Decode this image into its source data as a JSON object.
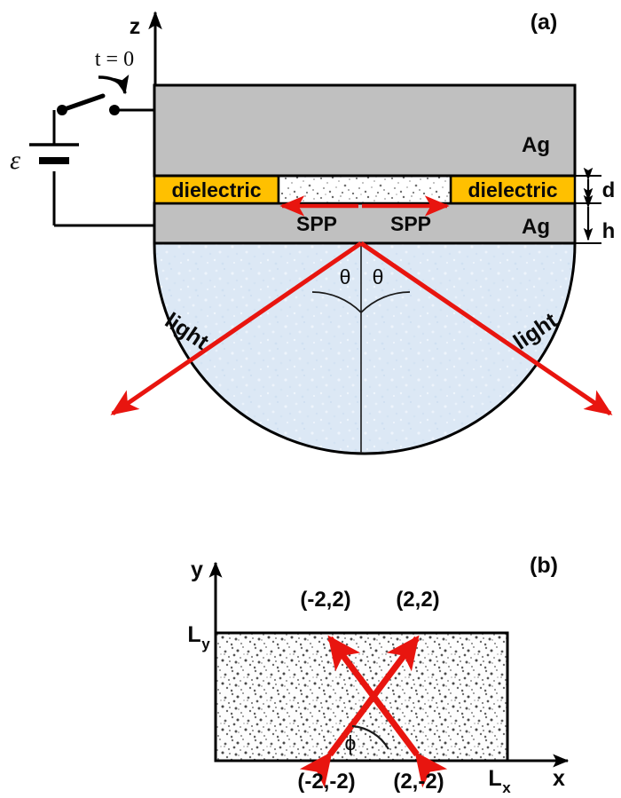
{
  "figure": {
    "panel_a": {
      "label": "(a)",
      "axis_z": "z",
      "switch_label": "t = 0",
      "emf_label": "ε",
      "top_metal": "Ag",
      "bottom_metal": "Ag",
      "dielectric_left": "dielectric",
      "dielectric_right": "dielectric",
      "spp_left": "SPP",
      "spp_right": "SPP",
      "thickness_d": "d",
      "thickness_h": "h",
      "angle_left": "θ",
      "angle_right": "θ",
      "light_left": "light",
      "light_right": "light",
      "colors": {
        "metal": "#c0c0c0",
        "dielectric": "#ffc000",
        "substrate": "#dbe7f4",
        "ray": "#e8150f",
        "outline": "#000000"
      }
    },
    "panel_b": {
      "label": "(b)",
      "axis_y": "y",
      "axis_x": "x",
      "length_y": "L",
      "length_y_sub": "y",
      "length_x": "L",
      "length_x_sub": "x",
      "angle_phi": "ϕ",
      "mode_top_left": "(-2,2)",
      "mode_top_right": "(2,2)",
      "mode_bottom_left": "(-2,-2)",
      "mode_bottom_right": "(2,-2)",
      "colors": {
        "arrow": "#e8150f",
        "outline": "#000000"
      }
    }
  }
}
